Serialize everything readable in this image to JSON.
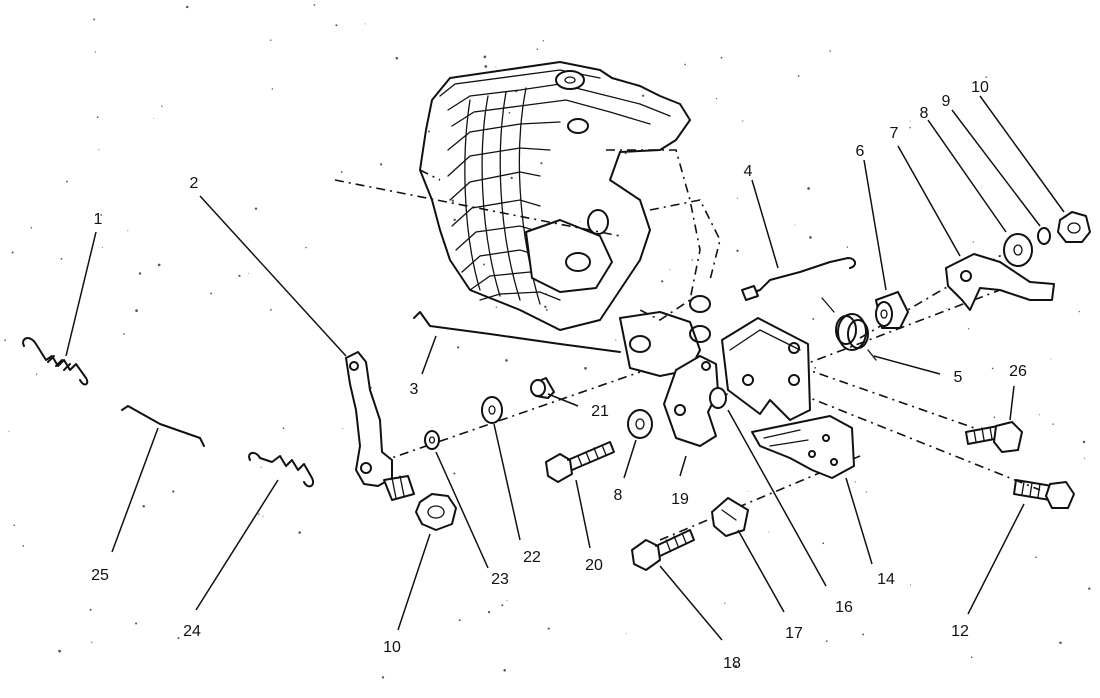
{
  "diagram": {
    "callouts": [
      {
        "id": "1",
        "label": "1"
      },
      {
        "id": "2",
        "label": "2"
      },
      {
        "id": "3",
        "label": "3"
      },
      {
        "id": "4",
        "label": "4"
      },
      {
        "id": "5",
        "label": "5"
      },
      {
        "id": "6",
        "label": "6"
      },
      {
        "id": "7",
        "label": "7"
      },
      {
        "id": "8a",
        "label": "8"
      },
      {
        "id": "8b",
        "label": "8"
      },
      {
        "id": "9",
        "label": "9"
      },
      {
        "id": "10a",
        "label": "10"
      },
      {
        "id": "10b",
        "label": "10"
      },
      {
        "id": "12",
        "label": "12"
      },
      {
        "id": "14",
        "label": "14"
      },
      {
        "id": "16",
        "label": "16"
      },
      {
        "id": "17",
        "label": "17"
      },
      {
        "id": "18",
        "label": "18"
      },
      {
        "id": "19",
        "label": "19"
      },
      {
        "id": "20",
        "label": "20"
      },
      {
        "id": "21",
        "label": "21"
      },
      {
        "id": "22",
        "label": "22"
      },
      {
        "id": "23",
        "label": "23"
      },
      {
        "id": "24",
        "label": "24"
      },
      {
        "id": "25",
        "label": "25"
      },
      {
        "id": "26",
        "label": "26"
      }
    ]
  }
}
